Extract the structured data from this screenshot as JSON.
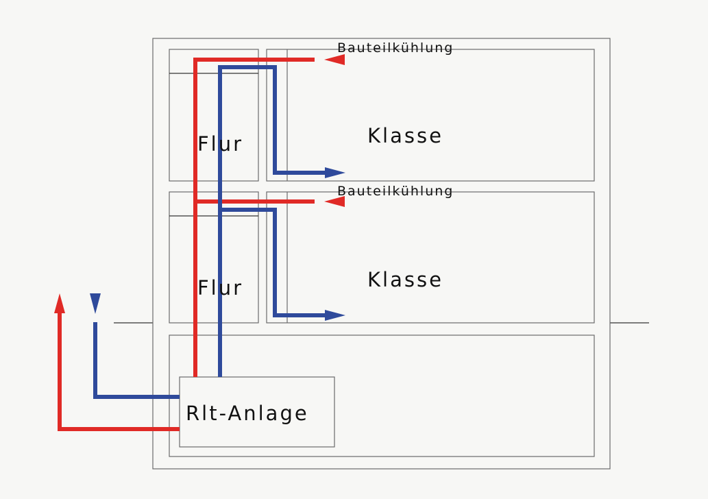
{
  "colors": {
    "supply": "#e02a26",
    "return": "#2f4a9b",
    "outline": "#6b6b6b"
  },
  "labels": {
    "upper_cooling": "Bauteilkühlung",
    "lower_cooling": "Bauteilkühlung",
    "upper_corridor": "Flur",
    "lower_corridor": "Flur",
    "upper_class": "Klasse",
    "lower_class": "Klasse",
    "unit": "Rlt-Anlage"
  }
}
